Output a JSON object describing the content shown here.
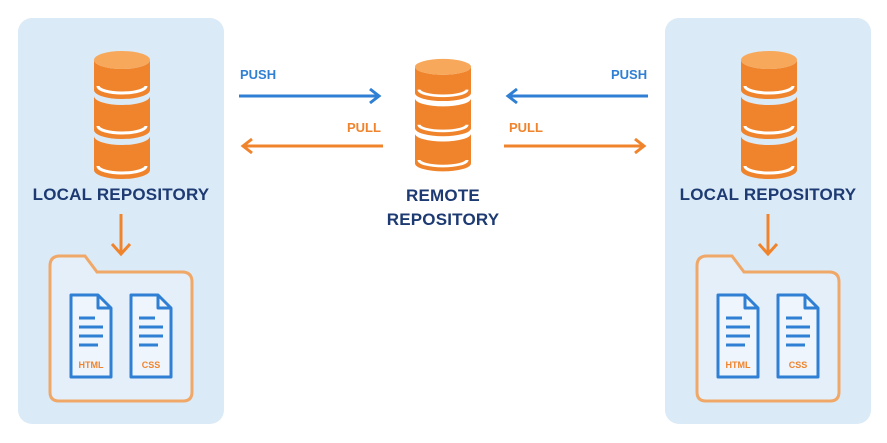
{
  "colors": {
    "panel": "#daeaf7",
    "navy": "#1d3a72",
    "blue": "#2f7fd4",
    "orange": "#f0842c",
    "orange_light": "#f7a85a",
    "folder_fill": "#e5eff9",
    "folder_stroke": "#f0a868",
    "doc_fill": "#eef5fc"
  },
  "left_repo": {
    "label": "LOCAL REPOSITORY",
    "files": [
      {
        "tag": "HTML"
      },
      {
        "tag": "CSS"
      }
    ]
  },
  "remote_repo": {
    "label_line1": "REMOTE",
    "label_line2": "REPOSITORY"
  },
  "right_repo": {
    "label": "LOCAL REPOSITORY",
    "files": [
      {
        "tag": "HTML"
      },
      {
        "tag": "CSS"
      }
    ]
  },
  "arrows": {
    "left_push": "PUSH",
    "left_pull": "PULL",
    "right_push": "PUSH",
    "right_pull": "PULL"
  },
  "icons": [
    "database-icon",
    "folder-icon",
    "document-icon",
    "arrow-right-icon",
    "arrow-left-icon",
    "arrow-down-icon"
  ]
}
